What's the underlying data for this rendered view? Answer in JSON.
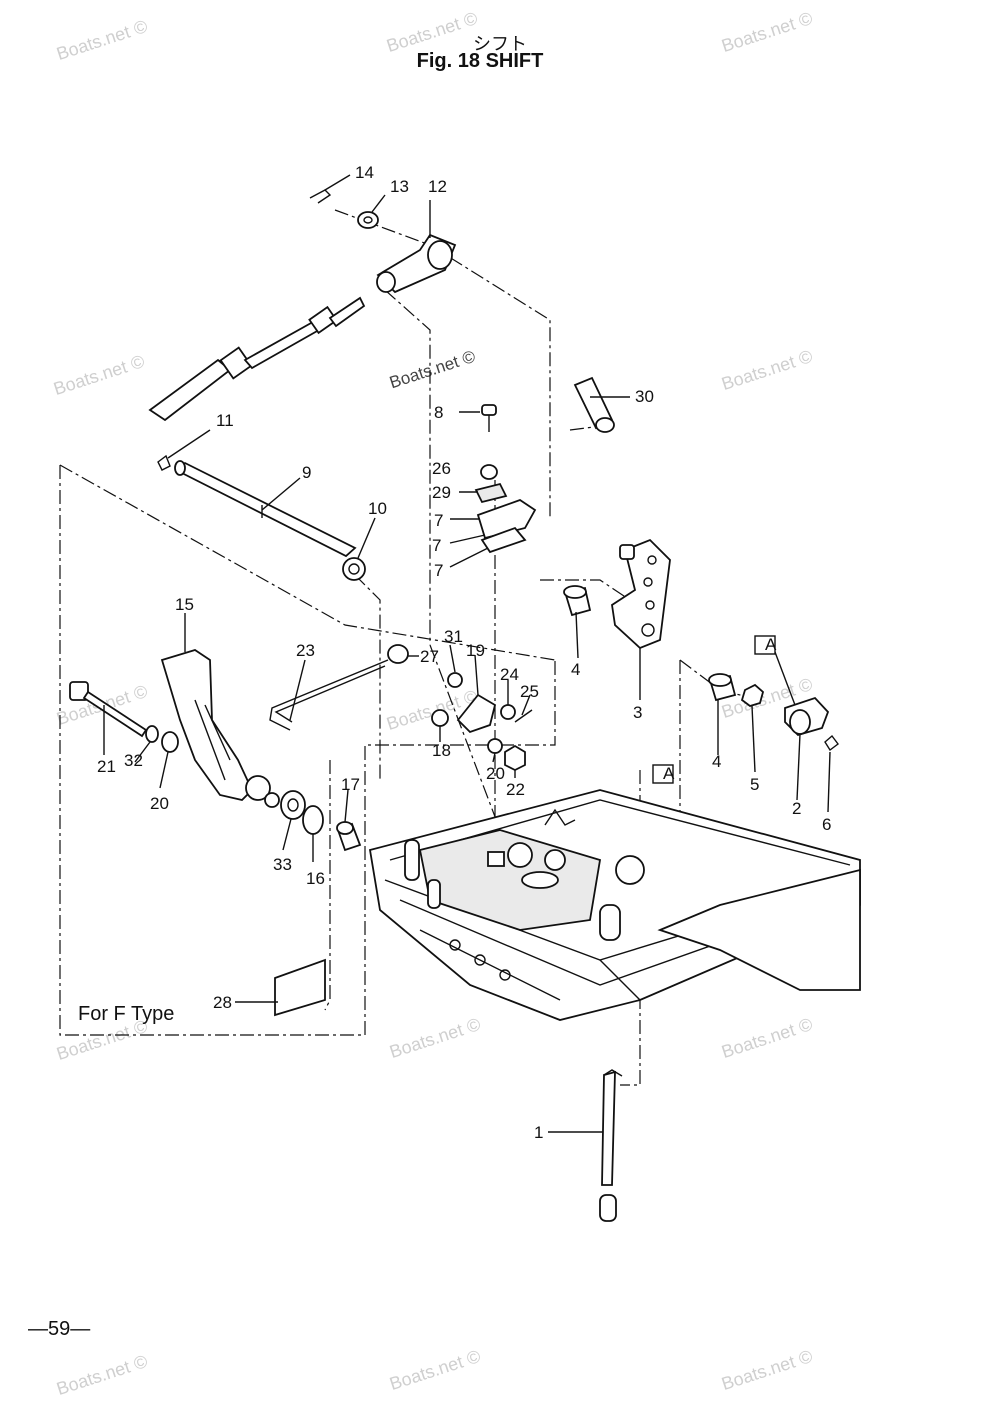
{
  "title_jp": "シフト",
  "title_en": "Fig. 18   SHIFT",
  "page_number": "—59—",
  "for_f_type_label": "For  F  Type",
  "watermark_text": "Boats.net ©",
  "callouts": [
    "14",
    "13",
    "12",
    "30",
    "8",
    "26",
    "29",
    "7",
    "7",
    "7",
    "11",
    "9",
    "10",
    "15",
    "23",
    "31",
    "19",
    "27",
    "24",
    "25",
    "4",
    "3",
    "A",
    "21",
    "32",
    "20",
    "18",
    "20",
    "22",
    "4",
    "5",
    "2",
    "6",
    "A",
    "33",
    "16",
    "17",
    "28",
    "1"
  ]
}
